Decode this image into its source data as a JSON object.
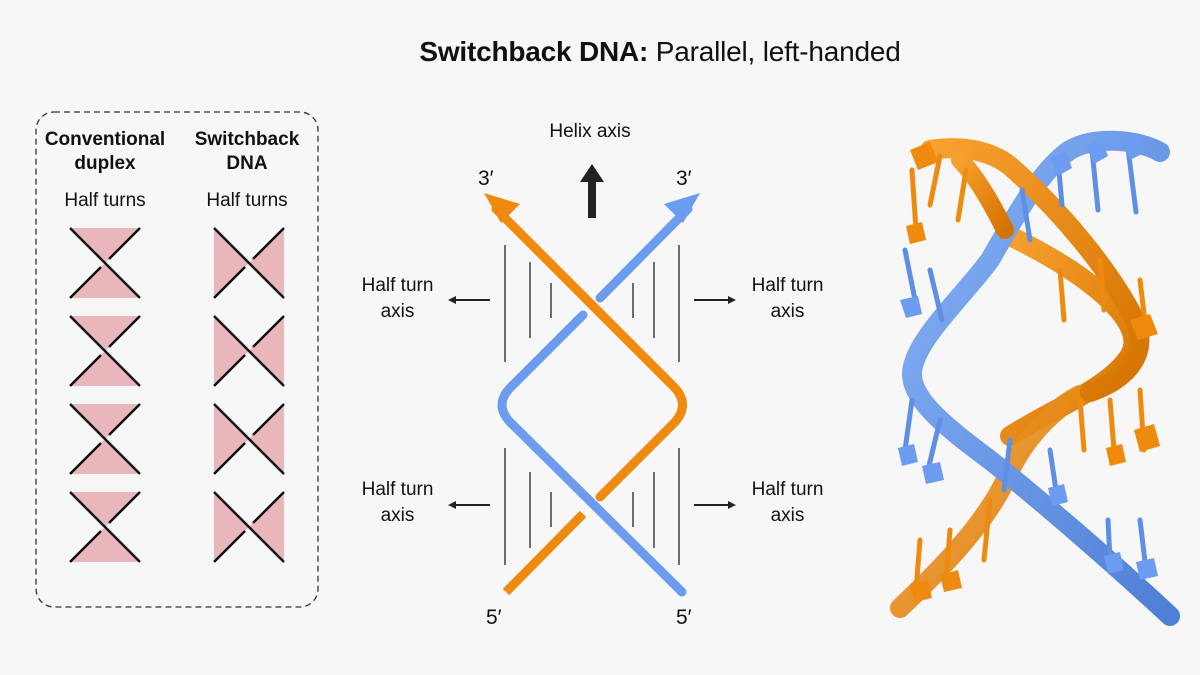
{
  "title": {
    "bold": "Switchback DNA:",
    "rest": " Parallel, left-handed"
  },
  "left_panel": {
    "columns": [
      {
        "heading": [
          "Conventional",
          "duplex"
        ],
        "subheading": "Half turns"
      },
      {
        "heading": [
          "Switchback",
          "DNA"
        ],
        "subheading": "Half turns"
      }
    ]
  },
  "diagram": {
    "helix_axis_label": "Helix axis",
    "half_turn_label": [
      "Half turn",
      "axis"
    ],
    "strand_end_top_left": "3′",
    "strand_end_top_right": "3′",
    "strand_end_bottom_left": "5′",
    "strand_end_bottom_right": "5′"
  },
  "colors": {
    "orange_strand": "#f08a0f",
    "blue_strand": "#6b9cf0",
    "pink_fill": "#e9b7bb",
    "background": "#f7f7f7"
  }
}
